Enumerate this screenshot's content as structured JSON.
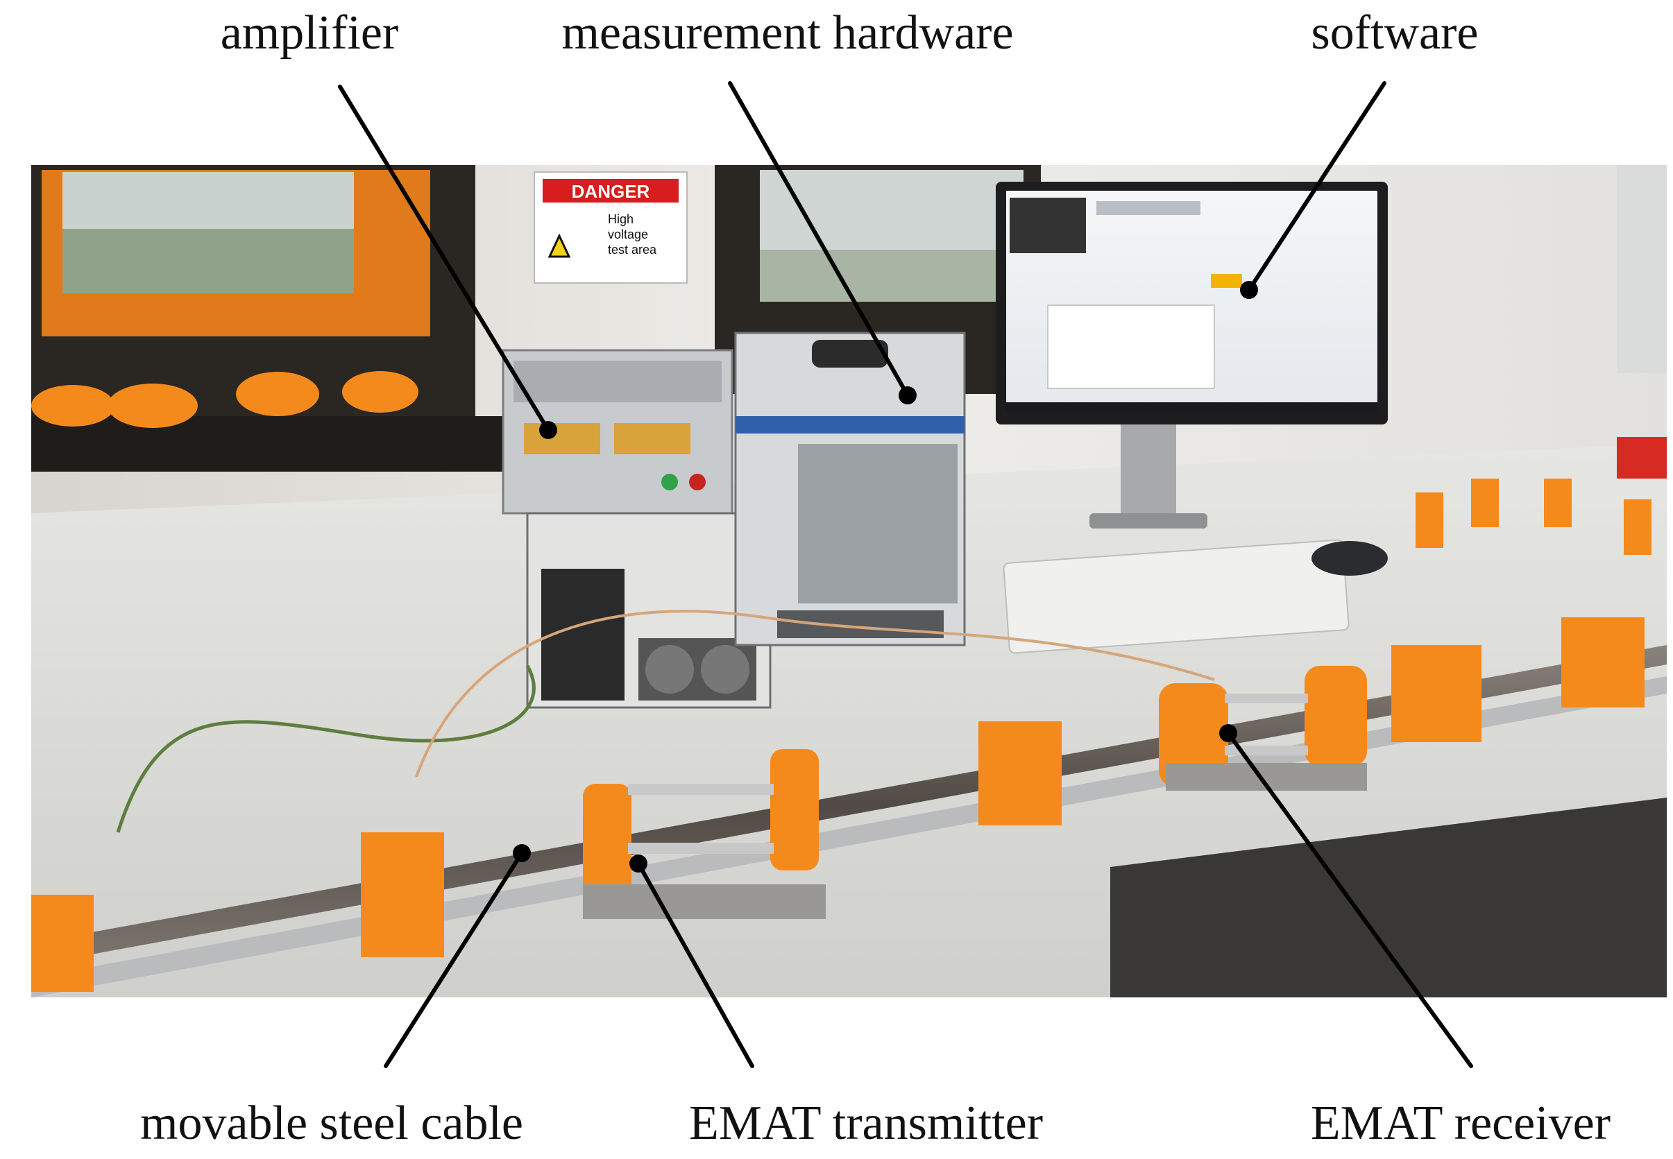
{
  "labels": {
    "amplifier": "amplifier",
    "measurement_hardware": "measurement hardware",
    "software": "software",
    "movable_steel_cable": "movable steel cable",
    "emat_transmitter": "EMAT transmitter",
    "emat_receiver": "EMAT receiver"
  },
  "photo": {
    "sign_title": "DANGER",
    "sign_line1": "High",
    "sign_line2": "voltage",
    "sign_line3": "test area"
  },
  "colors": {
    "orange_parts": "#f58a1c",
    "wall": "#ece9e4",
    "desk": "#dcdcd9",
    "equipment": "#cfd2d6",
    "monitor": "#1d1d1f",
    "cable": "#6b6560"
  }
}
